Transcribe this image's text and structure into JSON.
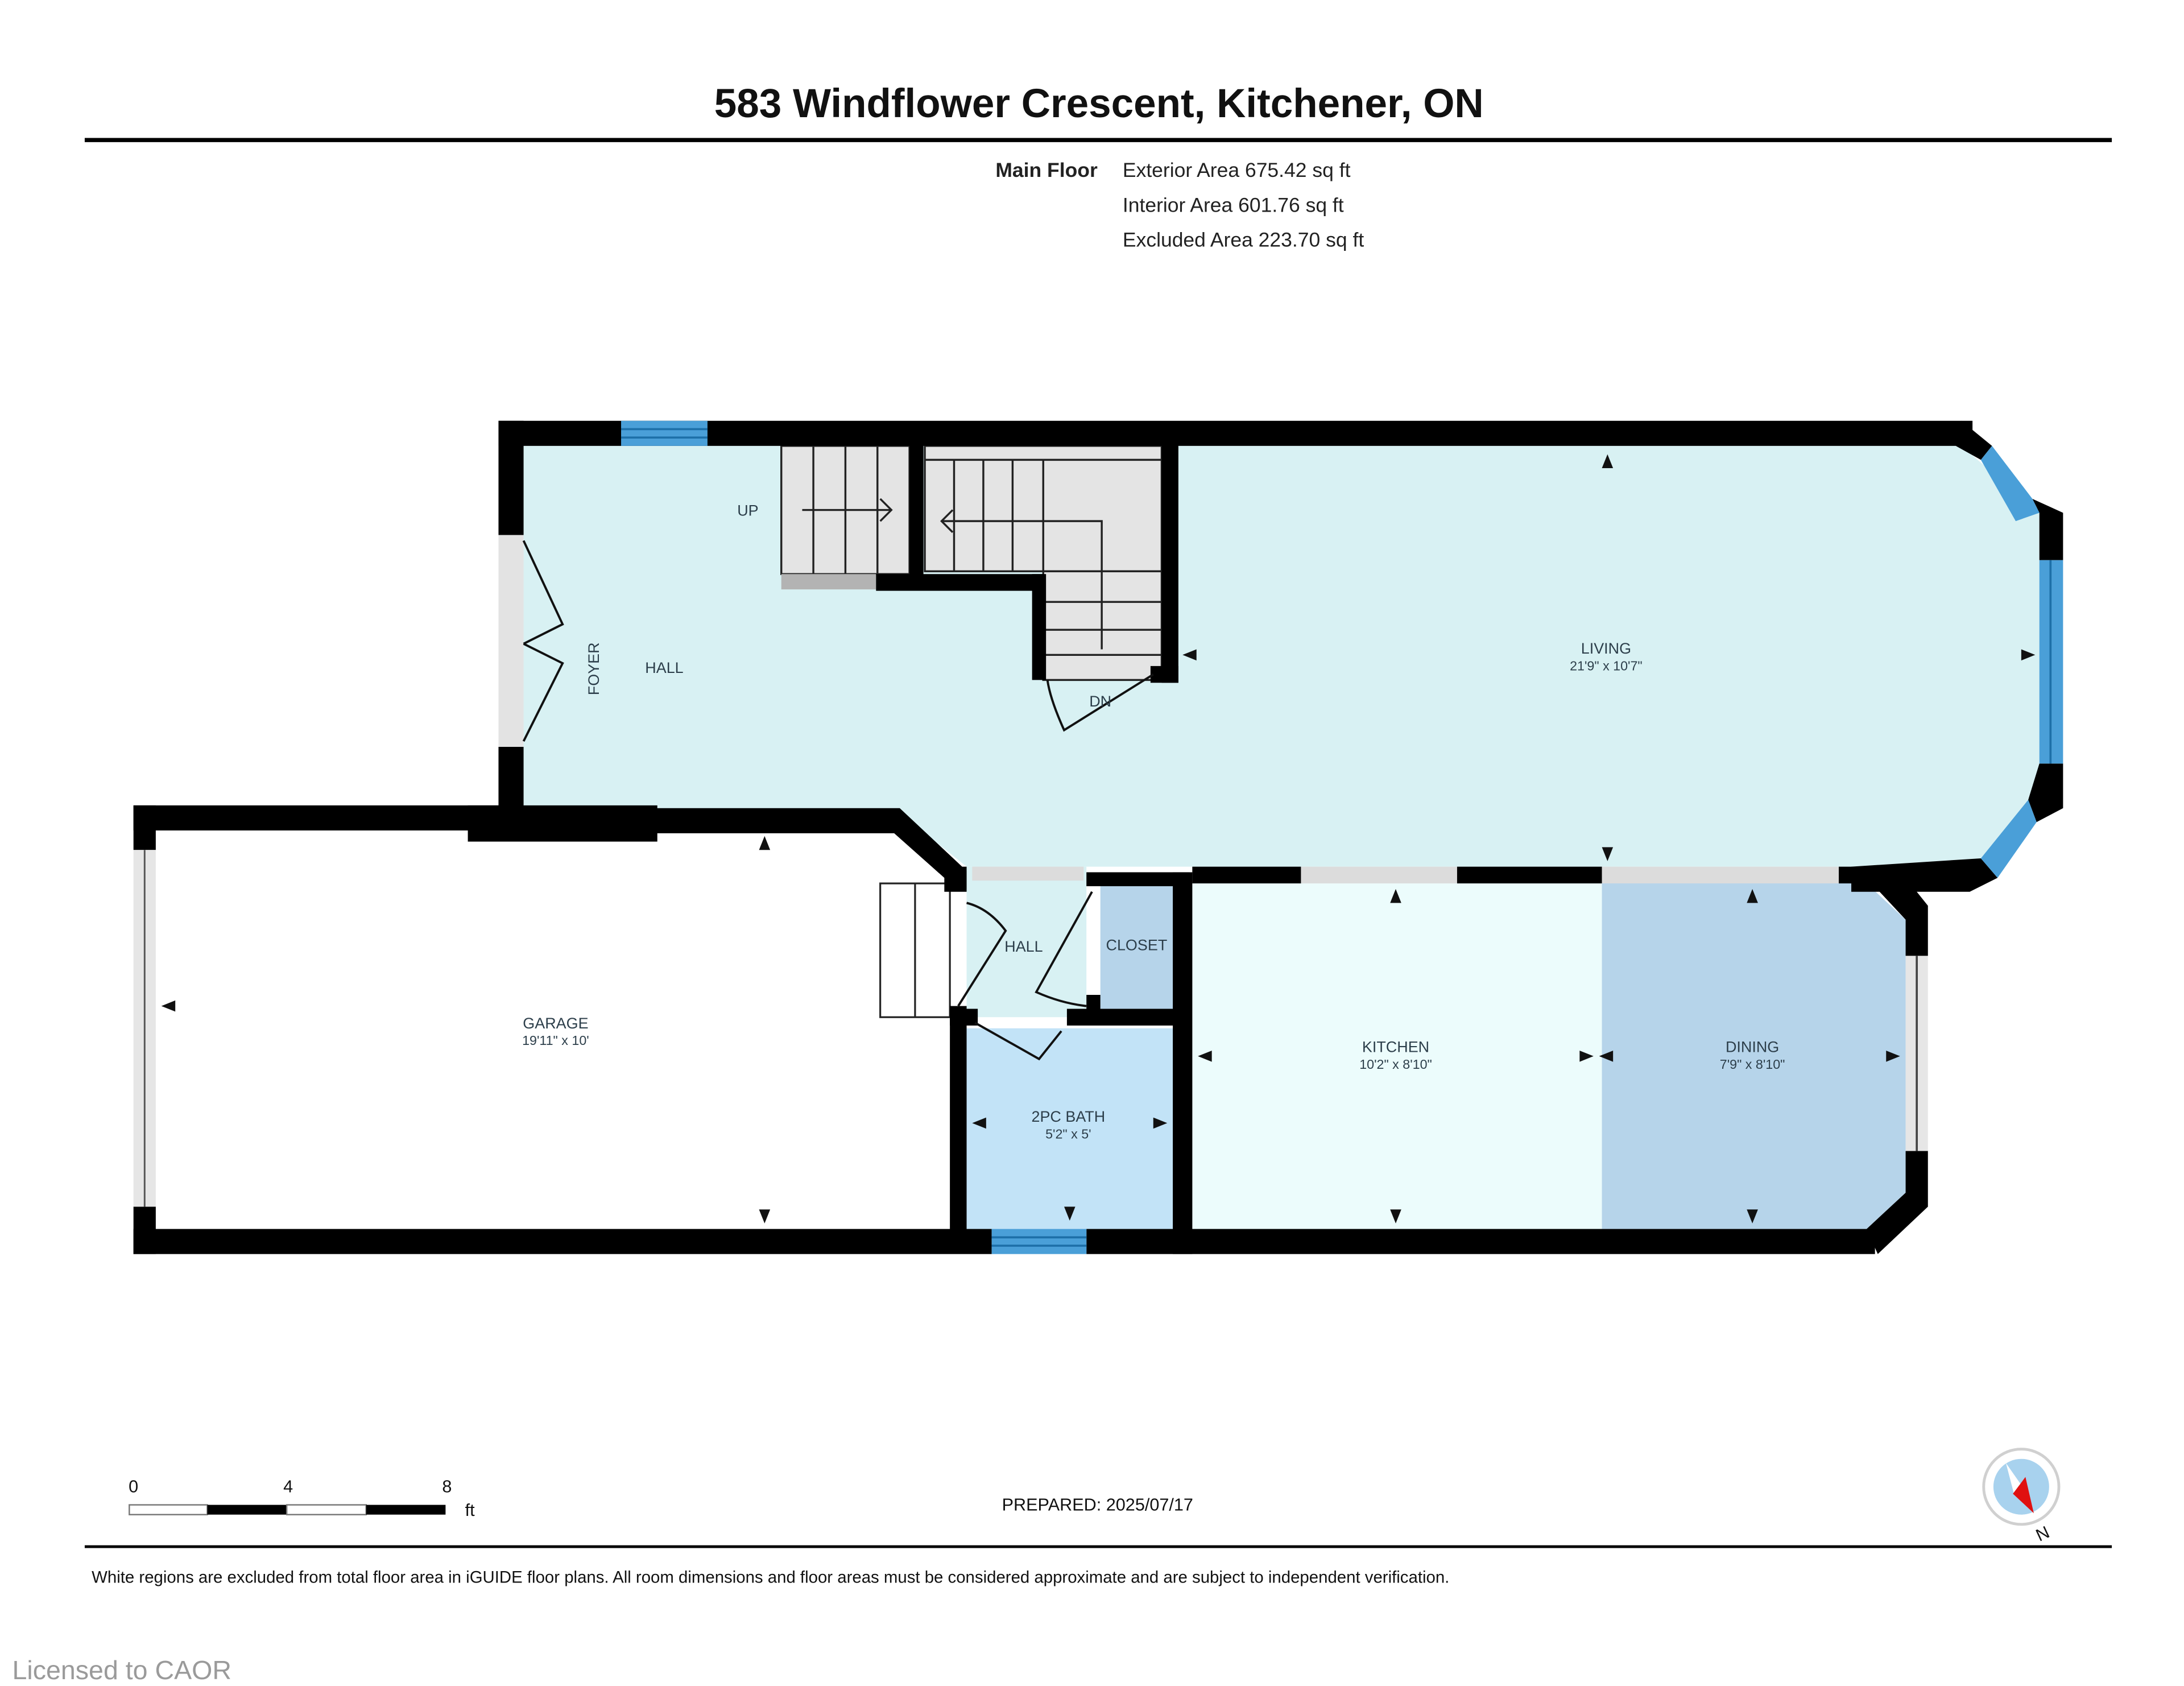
{
  "header": {
    "title": "583 Windflower Crescent, Kitchener, ON"
  },
  "summary": {
    "floor_label": "Main Floor",
    "exterior_area": "Exterior Area 675.42 sq ft",
    "interior_area": "Interior Area 601.76 sq ft",
    "excluded_area": "Excluded Area 223.70 sq ft"
  },
  "rooms": {
    "foyer": {
      "name": "FOYER"
    },
    "hall_upper": {
      "name": "HALL"
    },
    "living": {
      "name": "LIVING",
      "dims": "21'9\" x 10'7\""
    },
    "garage": {
      "name": "GARAGE",
      "dims": "19'11\" x 10'"
    },
    "hall_lower": {
      "name": "HALL"
    },
    "closet": {
      "name": "CLOSET"
    },
    "bath": {
      "name": "2PC BATH",
      "dims": "5'2\" x 5'"
    },
    "kitchen": {
      "name": "KITCHEN",
      "dims": "10'2\" x 8'10\""
    },
    "dining": {
      "name": "DINING",
      "dims": "7'9\" x 8'10\""
    }
  },
  "stairs": {
    "up_label": "UP",
    "down_label": "DN"
  },
  "scale_bar": {
    "ticks": [
      "0",
      "4",
      "8"
    ],
    "unit": "ft"
  },
  "prepared": "PREPARED: 2025/07/17",
  "compass": {
    "label": "N",
    "icon": "compass-icon"
  },
  "footer": {
    "disclaimer": "White regions are excluded from total floor area in iGUIDE floor plans. All room dimensions and floor areas must be considered approximate and are subject to independent verification.",
    "license": "Licensed to CAOR"
  },
  "colors": {
    "living_fill": "#d8f1f3",
    "kitchen_fill": "#ecfcfc",
    "dining_fill": "#b6d4ea",
    "bath_fill": "#c2e3f7",
    "closet_fill": "#b6d4ea",
    "window": "#4a9fd8",
    "wall": "#000000",
    "compass_needle": "#e01010"
  }
}
